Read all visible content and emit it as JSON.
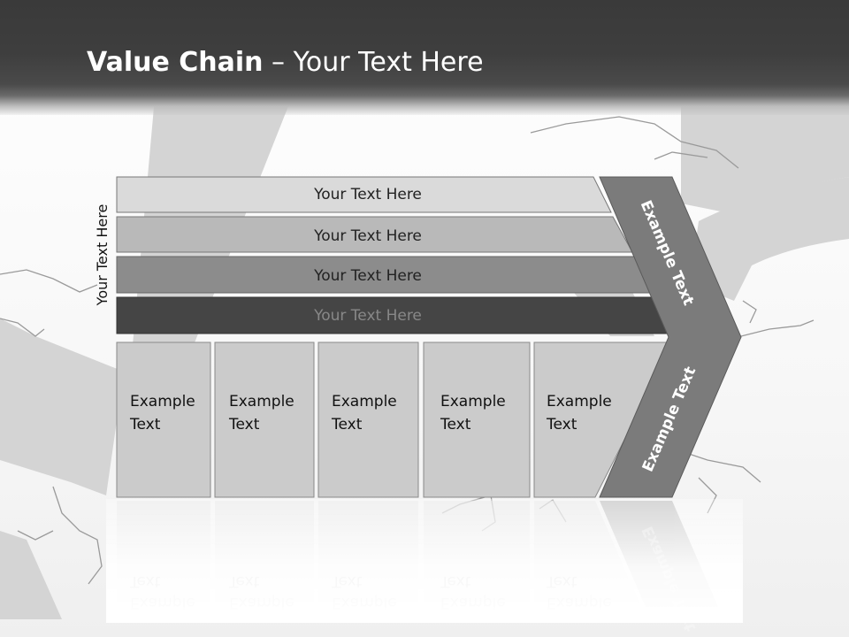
{
  "title": {
    "bold": "Value Chain",
    "rest": " – Your Text Here"
  },
  "side_label": "Your Text Here",
  "bars": [
    {
      "label": "Your Text Here",
      "fill": "#dadada",
      "text_color": "#222222"
    },
    {
      "label": "Your Text Here",
      "fill": "#b9b9b9",
      "text_color": "#222222"
    },
    {
      "label": "Your Text Here",
      "fill": "#8c8c8c",
      "text_color": "#222222"
    },
    {
      "label": "Your Text Here",
      "fill": "#454545",
      "text_color": "#888888"
    }
  ],
  "boxes": [
    {
      "line1": "Example",
      "line2": "Text"
    },
    {
      "line1": "Example",
      "line2": "Text"
    },
    {
      "line1": "Example",
      "line2": "Text"
    },
    {
      "line1": "Example",
      "line2": "Text"
    },
    {
      "line1": "Example",
      "line2": "Text"
    }
  ],
  "chevron": {
    "upper": "Example Text",
    "lower": "Example Text",
    "fill": "#7b7b7b"
  },
  "colors": {
    "header": "#3e3e3e",
    "box_fill": "#cbcbcb"
  }
}
